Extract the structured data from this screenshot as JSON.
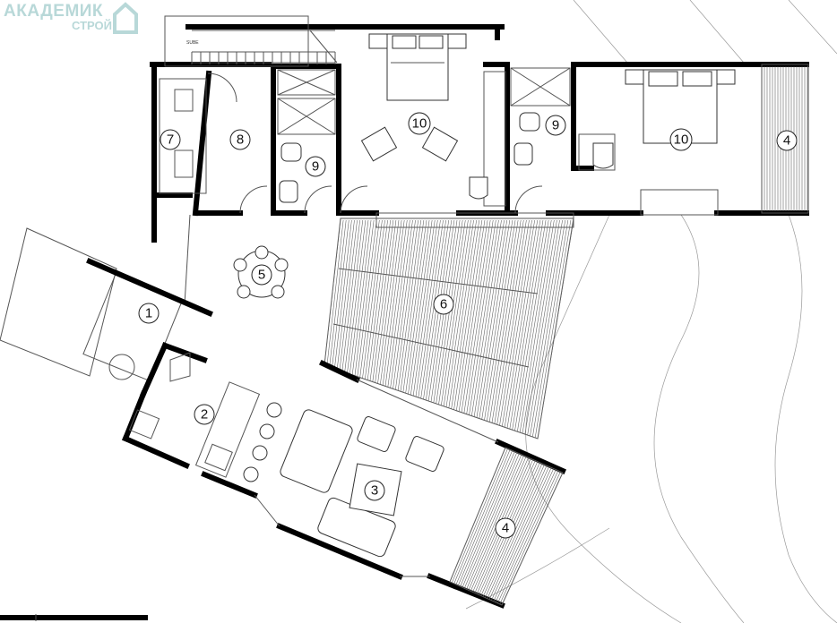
{
  "logo": {
    "main": "АКАДЕМИК",
    "sub": "СТРОЙ",
    "color": "#b8d8d8"
  },
  "stair": {
    "label": "SUBE"
  },
  "rooms": [
    {
      "id": "r1",
      "label": "1"
    },
    {
      "id": "r2",
      "label": "2"
    },
    {
      "id": "r3",
      "label": "3"
    },
    {
      "id": "r4a",
      "label": "4"
    },
    {
      "id": "r4b",
      "label": "4"
    },
    {
      "id": "r5",
      "label": "5"
    },
    {
      "id": "r6",
      "label": "6"
    },
    {
      "id": "r7",
      "label": "7"
    },
    {
      "id": "r8",
      "label": "8"
    },
    {
      "id": "r9a",
      "label": "9"
    },
    {
      "id": "r9b",
      "label": "9"
    },
    {
      "id": "r10a",
      "label": "10"
    },
    {
      "id": "r10b",
      "label": "10"
    }
  ]
}
